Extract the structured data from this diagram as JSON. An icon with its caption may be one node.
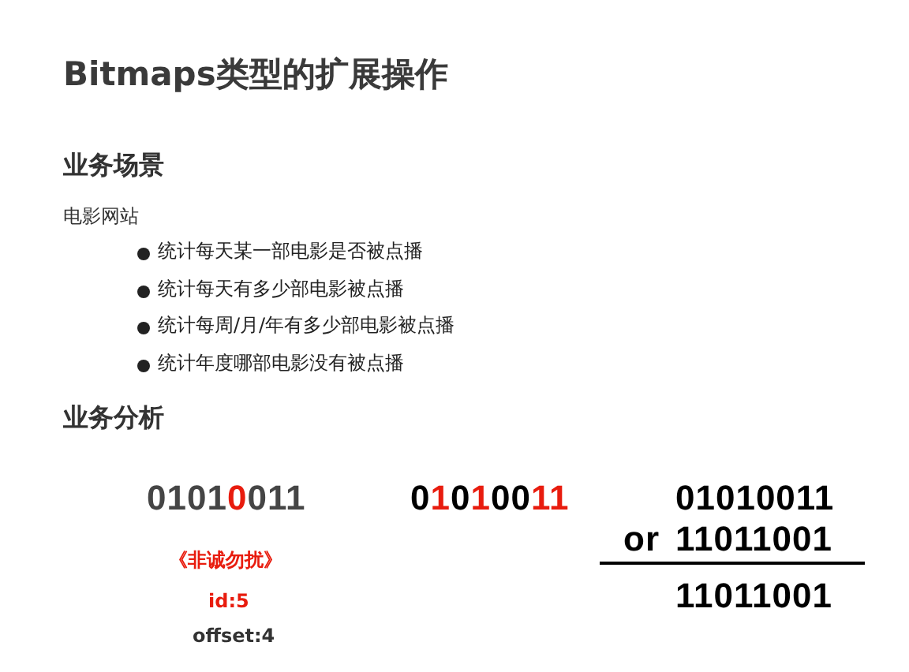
{
  "diagram": {
    "title": "Bitmaps类型的扩展操作",
    "labels": [
      "业务场景",
      "电影网站",
      "统计每天某一部电影是否被点播",
      "统计每天有多少部电影被点播",
      "统计每周/月/年有多少部电影被点播",
      "统计年度哪部电影没有被点播",
      "业务分析",
      "0101**0**011",
      "0**1**0**1**00**11**",
      "01010011",
      "or",
      "11011001",
      "《非诚勿扰》",
      "id:5",
      "offset:4",
      "11011001"
    ]
  }
}
